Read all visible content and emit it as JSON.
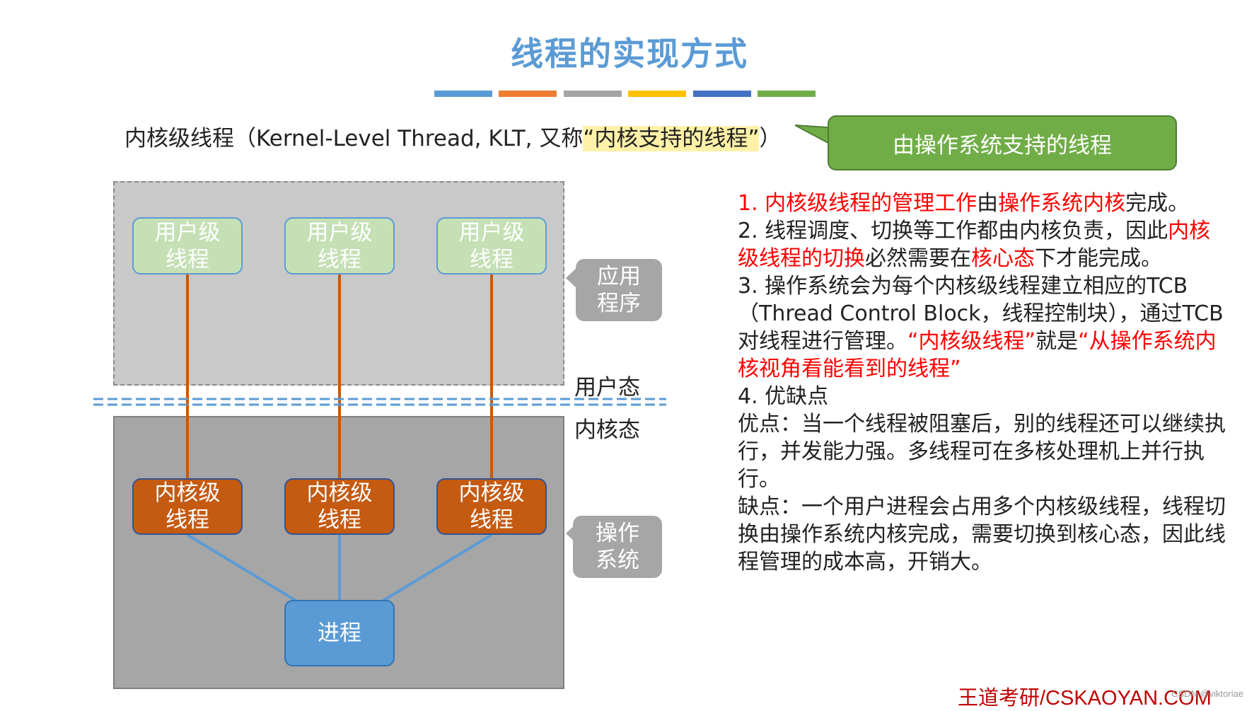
{
  "title": "线程的实现方式",
  "color_bar": [
    "#5b9bd5",
    "#ed7d31",
    "#a5a5a5",
    "#ffc000",
    "#4472c4",
    "#70ad47"
  ],
  "subtitle": {
    "before": "内核级线程（Kernel-Level Thread, KLT, 又称",
    "highlight": "“内核支持的线程”",
    "after": "）"
  },
  "callout": "由操作系统支持的线程",
  "diagram": {
    "user_threads": [
      "用户级\n线程",
      "用户级\n线程",
      "用户级\n线程"
    ],
    "kernel_threads": [
      "内核级\n线程",
      "内核级\n线程",
      "内核级\n线程"
    ],
    "process": "进程",
    "app_tag": "应用\n程序",
    "os_tag": "操作\n系统",
    "user_mode": "用户态",
    "kernel_mode": "内核态"
  },
  "points": {
    "p1_a": "1. 内核级线程的管理工作",
    "p1_b": "由",
    "p1_c": "操作系统内核",
    "p1_d": "完成。",
    "p2_a": "2. 线程调度、切换等工作都由内核负责，因此",
    "p2_b": "内核级线程的切换",
    "p2_c": "必然需要在",
    "p2_d": "核心态",
    "p2_e": "下才能完成。",
    "p3_a": "3. 操作系统会为每个内核级线程建立相应的TCB（Thread Control Block，线程控制块），通过TCB对线程进行管理。",
    "p3_b": "“内核级线程”",
    "p3_c": "就是",
    "p3_d": "“从操作系统内核视角看能看到的线程”",
    "p4": "4. 优缺点",
    "pros": "优点：当一个线程被阻塞后，别的线程还可以继续执行，并发能力强。多线程可在多核处理机上并行执行。",
    "cons": "缺点：一个用户进程会占用多个内核级线程，线程切换由操作系统内核完成，需要切换到核心态，因此线程管理的成本高，开销大。"
  },
  "footer": "王道考研/CSKAOYAN.COM",
  "watermark": "CSDN @viktoriae"
}
